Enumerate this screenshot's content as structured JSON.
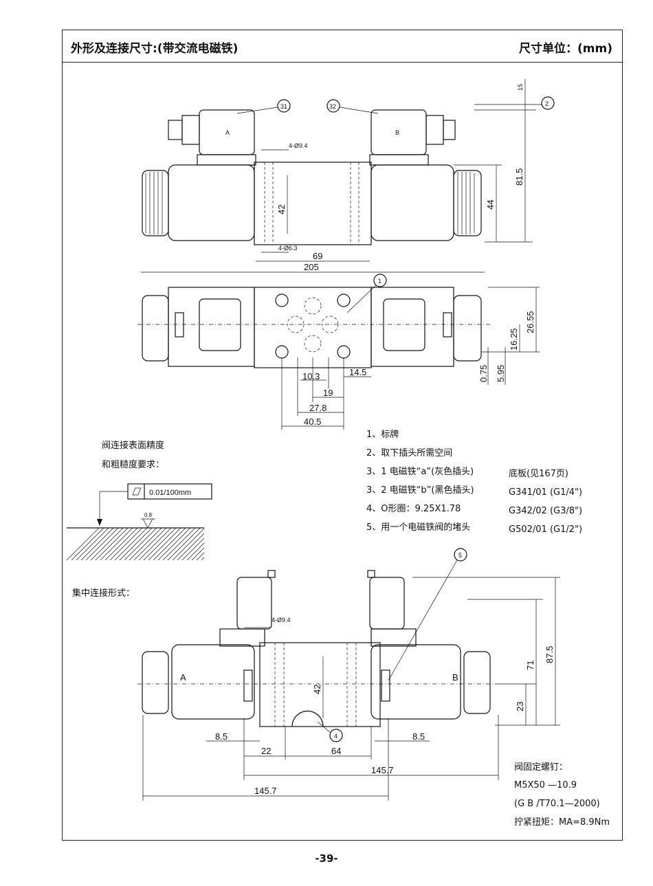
{
  "header": {
    "title": "外形及连接尺寸:(带交流电磁铁)",
    "unit": "尺寸单位：(mm)"
  },
  "top_view": {
    "labels": {
      "solenoid_a": "A",
      "solenoid_b": "B",
      "callout_31": "31",
      "callout_32": "32",
      "callout_2": "2"
    },
    "dims": {
      "d15": "15",
      "d81_5": "81.5",
      "d44": "44",
      "d42": "42",
      "d69": "69",
      "d205": "205",
      "holes_9_4": "4-Ø9.4",
      "holes_6_3": "4-Ø6.3"
    }
  },
  "plan_view": {
    "callout_1": "1",
    "dims": {
      "d26_55": "26.55",
      "d16_25": "16.25",
      "d0_75": "0.75",
      "d5_95": "5.95",
      "d14_5": "14.5",
      "d10_3": "10.3",
      "d19": "19",
      "d27_8": "27.8",
      "d40_5": "40.5"
    }
  },
  "surface": {
    "line1": "阀连接表面精度",
    "line2": "和粗糙度要求：",
    "flatness": "0.01/100mm",
    "roughness": "0.8"
  },
  "notes": [
    "1、标牌",
    "2、取下插头所需空间",
    "3、1 电磁铁“a”(灰色插头)",
    "3、2 电磁铁“b”(黑色插头)",
    "4、O形圈：9.25X1.78",
    "5、用一个电磁铁阀的堵头"
  ],
  "subplates": [
    "底板(见167页)",
    "G341/01 (G1/4\")",
    "G342/02 (G3/8\")",
    "G502/01 (G1/2\")"
  ],
  "manifold": {
    "label": "集中连接形式：",
    "labels": {
      "a": "A",
      "b": "B",
      "callout_4": "4",
      "callout_5": "5"
    },
    "dims": {
      "holes": "4-Ø9.4",
      "d42": "42",
      "d23": "23",
      "d71": "71",
      "d87_5": "87.5",
      "d8_5_l": "8.5",
      "d8_5_r": "8.5",
      "d22": "22",
      "d64": "64",
      "d145_7_a": "145.7",
      "d145_7_b": "145.7"
    }
  },
  "bolts": {
    "title": "阀固定螺钉：",
    "spec": "M5X50 —10.9",
    "standard": "(G B /T70.1—2000)",
    "torque": "拧紧扭矩：MA=8.9Nm"
  },
  "page_number": "-39-"
}
